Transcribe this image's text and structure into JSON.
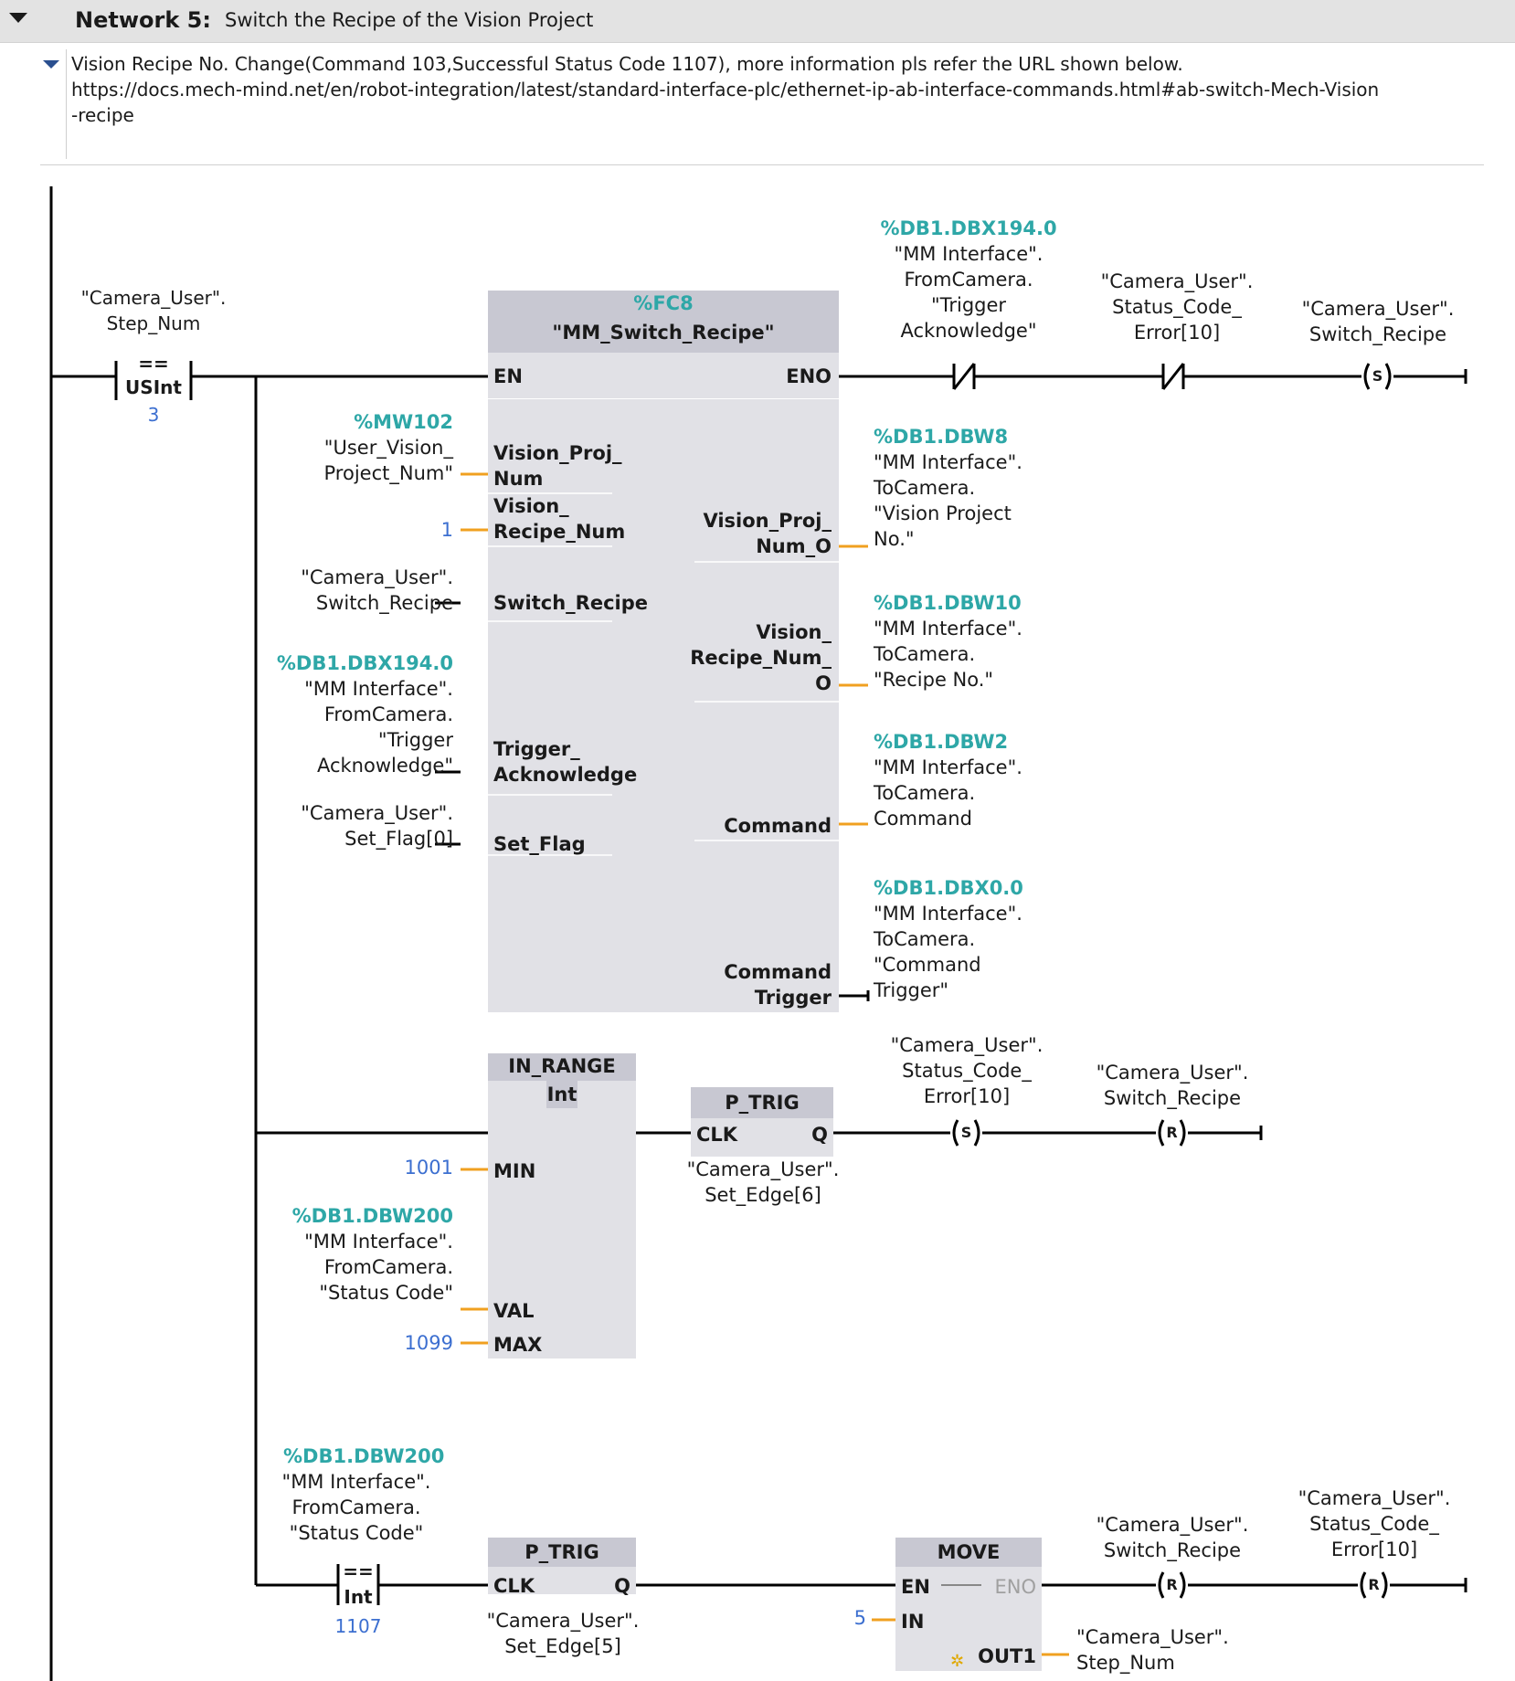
{
  "network": {
    "label": "Network 5:",
    "title": "Switch the Recipe of the Vision Project",
    "comment_line1": "Vision Recipe No. Change(Command 103,Successful Status Code 1107), more information pls refer the URL shown below.",
    "comment_line2": "https://docs.mech-mind.net/en/robot-integration/latest/standard-interface-plc/ethernet-ip-ab-interface-commands.html#ab-switch-Mech-Vision",
    "comment_line3": "-recipe"
  },
  "rung1": {
    "cmp_var": "\"Camera_User\".\nStep_Num",
    "cmp_op": "==",
    "cmp_type": "USInt",
    "cmp_value": "3",
    "fc_addr": "%FC8",
    "fc_name": "\"MM_Switch_Recipe\"",
    "pin_en": "EN",
    "pin_eno": "ENO",
    "in1_addr": "%MW102",
    "in1_var": "\"User_Vision_\nProject_Num\"",
    "in1_pin": "Vision_Proj_\nNum",
    "in2_value": "1",
    "in2_pin": "Vision_\nRecipe_Num",
    "in3_var": "\"Camera_User\".\nSwitch_Recipe",
    "in3_pin": "Switch_Recipe",
    "in4_addr": "%DB1.DBX194.0",
    "in4_var": "\"MM Interface\".\nFromCamera.\n\"Trigger\nAcknowledge\"",
    "in4_pin": "Trigger_\nAcknowledge",
    "in5_var": "\"Camera_User\".\nSet_Flag[0]",
    "in5_pin": "Set_Flag",
    "out1_pin": "Vision_Proj_\nNum_O",
    "out1_addr": "%DB1.DBW8",
    "out1_var": "\"MM Interface\".\nToCamera.\n\"Vision Project\nNo.\"",
    "out2_pin": "Vision_\nRecipe_Num_\nO",
    "out2_addr": "%DB1.DBW10",
    "out2_var": "\"MM Interface\".\nToCamera.\n\"Recipe No.\"",
    "out3_pin": "Command",
    "out3_addr": "%DB1.DBW2",
    "out3_var": "\"MM Interface\".\nToCamera.\nCommand",
    "out4_pin": "Command\nTrigger",
    "out4_addr": "%DB1.DBX0.0",
    "out4_var": "\"MM Interface\".\nToCamera.\n\"Command\nTrigger\"",
    "c1_addr": "%DB1.DBX194.0",
    "c1_var": "\"MM Interface\".\nFromCamera.\n\"Trigger\nAcknowledge\"",
    "c2_var": "\"Camera_User\".\nStatus_Code_\nError[10]",
    "coil_var": "\"Camera_User\".\nSwitch_Recipe",
    "coil_type": "S"
  },
  "rung2": {
    "inrange_name": "IN_RANGE",
    "inrange_type": "Int",
    "pin_min": "MIN",
    "min_value": "1001",
    "val_addr": "%DB1.DBW200",
    "val_var": "\"MM Interface\".\nFromCamera.\n\"Status Code\"",
    "pin_val": "VAL",
    "pin_max": "MAX",
    "max_value": "1099",
    "ptrig_name": "P_TRIG",
    "pin_clk": "CLK",
    "pin_q": "Q",
    "ptrig_var": "\"Camera_User\".\nSet_Edge[6]",
    "coil1_var": "\"Camera_User\".\nStatus_Code_\nError[10]",
    "coil1_type": "S",
    "coil2_var": "\"Camera_User\".\nSwitch_Recipe",
    "coil2_type": "R"
  },
  "rung3": {
    "cmp_addr": "%DB1.DBW200",
    "cmp_var": "\"MM Interface\".\nFromCamera.\n\"Status Code\"",
    "cmp_op": "==",
    "cmp_type": "Int",
    "cmp_value": "1107",
    "ptrig_name": "P_TRIG",
    "pin_clk": "CLK",
    "pin_q": "Q",
    "ptrig_var": "\"Camera_User\".\nSet_Edge[5]",
    "move_name": "MOVE",
    "pin_en": "EN",
    "pin_eno": "ENO",
    "pin_in": "IN",
    "in_value": "5",
    "pin_out1": "OUT1",
    "out1_var": "\"Camera_User\".\nStep_Num",
    "coil1_var": "\"Camera_User\".\nSwitch_Recipe",
    "coil1_type": "R",
    "coil2_var": "\"Camera_User\".\nStatus_Code_\nError[10]",
    "coil2_type": "R"
  },
  "colors": {
    "wire": "#000000",
    "pin_stub": "#f0a020",
    "address": "#2ea7a7",
    "constant": "#3c6fd0",
    "block": "#e1e1e6",
    "block_header": "#c8c8d2"
  }
}
